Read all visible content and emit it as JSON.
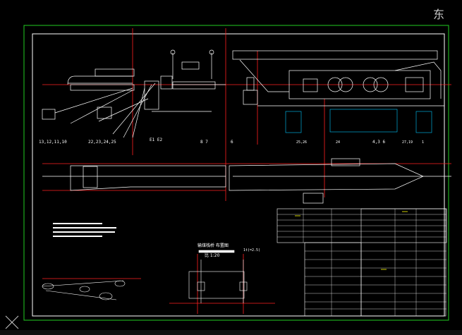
{
  "navigation": {
    "glyph": "东"
  },
  "drawing": {
    "title": "输煤栈桥 布置图",
    "scale": "比 1:20",
    "sub_title": "1t(=2.5)",
    "section_labels": {
      "left_a": "13,12,11,10",
      "left_b": "22,23,24,25",
      "left_c": "E1 E2",
      "mid_a": "8 7",
      "mid_b": "6",
      "mid_c": "25,26",
      "mid_d": "24",
      "right_a": "4,3 6",
      "right_b": "27,19",
      "right_c": "1"
    }
  },
  "colors": {
    "background": "#000000",
    "frame": "#22cc22",
    "line": "#ffffff",
    "centerline": "#ff2020",
    "accent": "#00c8ff",
    "yellow": "#ffff00"
  }
}
